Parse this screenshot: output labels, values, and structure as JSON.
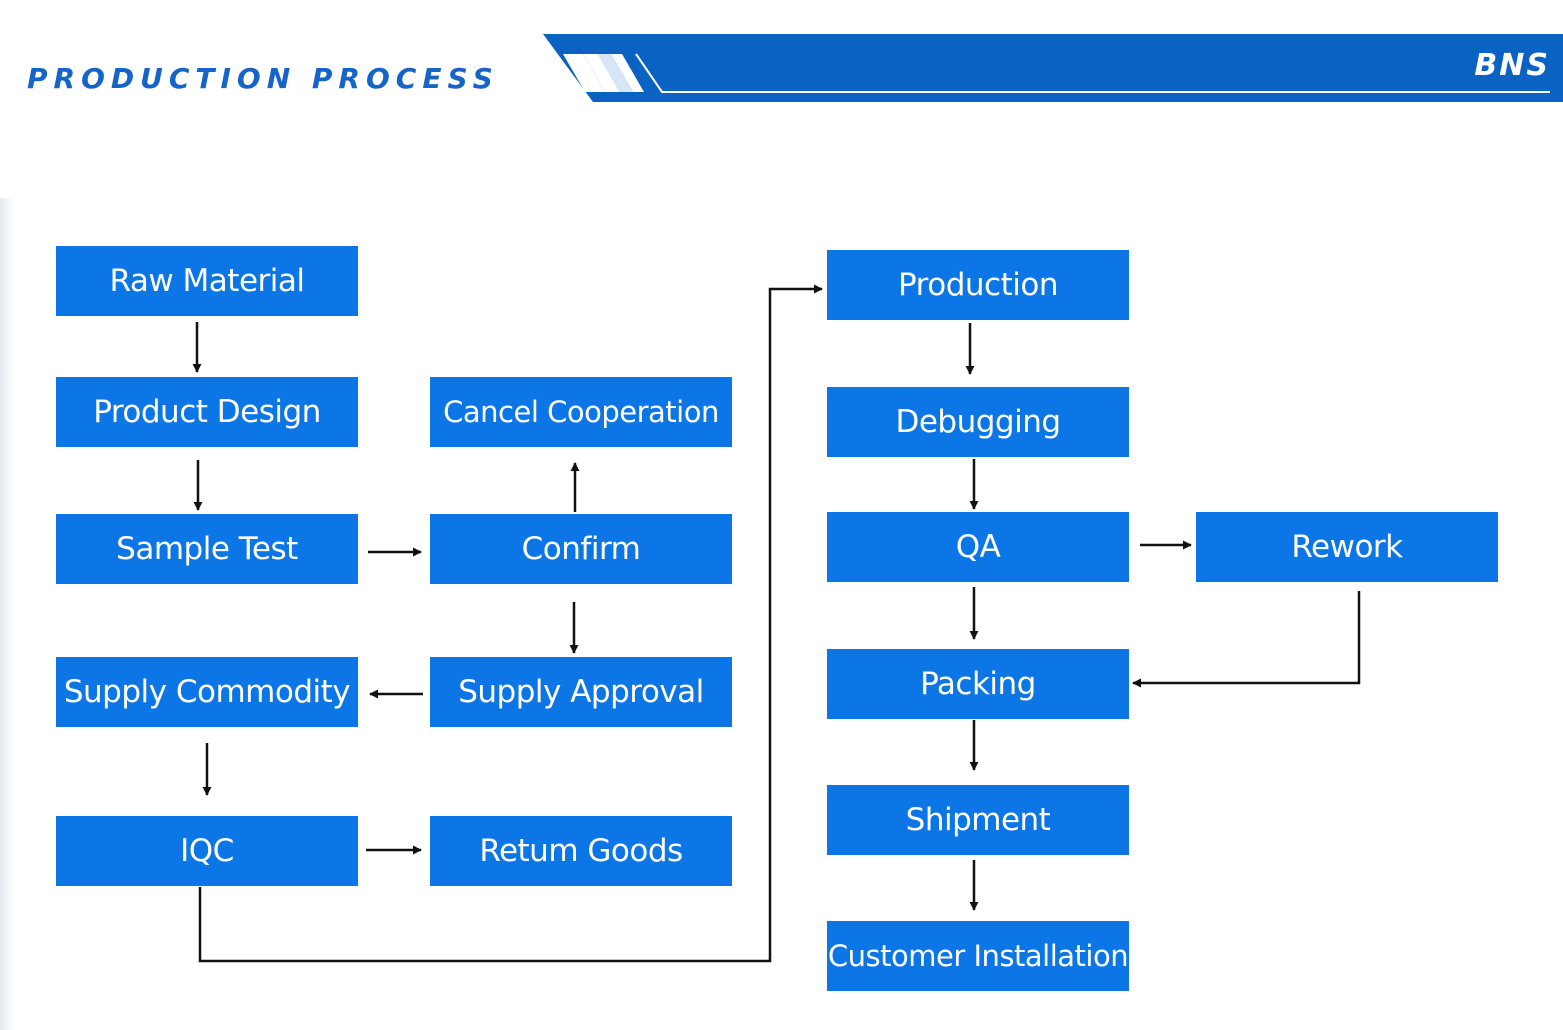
{
  "header": {
    "title": "PRODUCTION PROCESS",
    "brand": "BNS",
    "accent_color": "#0a63c2"
  },
  "diagram": {
    "node_color": "#0d76e6",
    "arrow_color": "#111111",
    "nodes": {
      "raw_material": "Raw Material",
      "product_design": "Product Design",
      "sample_test": "Sample Test",
      "cancel_cooperation": "Cancel Cooperation",
      "confirm": "Confirm",
      "supply_approval": "Supply Approval",
      "supply_commodity": "Supply Commodity",
      "iqc": "IQC",
      "return_goods": "Retum Goods",
      "production": "Production",
      "debugging": "Debugging",
      "qa": "QA",
      "rework": "Rework",
      "packing": "Packing",
      "shipment": "Shipment",
      "customer_installation": "Customer Installation"
    },
    "edges": [
      [
        "raw_material",
        "product_design"
      ],
      [
        "product_design",
        "sample_test"
      ],
      [
        "sample_test",
        "confirm"
      ],
      [
        "confirm",
        "cancel_cooperation"
      ],
      [
        "confirm",
        "supply_approval"
      ],
      [
        "supply_approval",
        "supply_commodity"
      ],
      [
        "supply_commodity",
        "iqc"
      ],
      [
        "iqc",
        "return_goods"
      ],
      [
        "iqc",
        "production"
      ],
      [
        "production",
        "debugging"
      ],
      [
        "debugging",
        "qa"
      ],
      [
        "qa",
        "rework"
      ],
      [
        "qa",
        "packing"
      ],
      [
        "rework",
        "packing"
      ],
      [
        "packing",
        "shipment"
      ],
      [
        "shipment",
        "customer_installation"
      ]
    ]
  }
}
